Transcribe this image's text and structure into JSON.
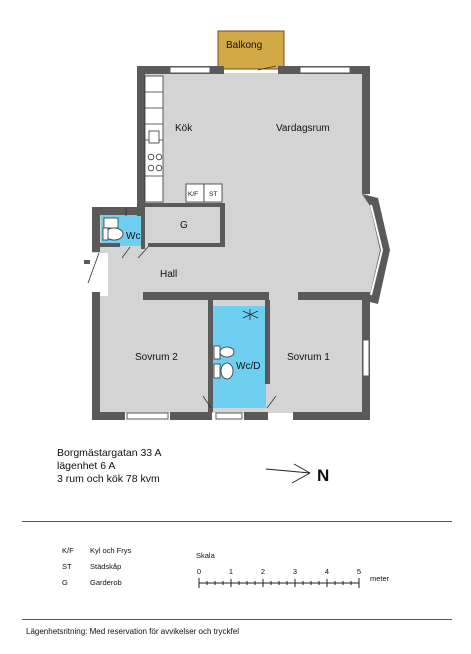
{
  "rooms": {
    "balcony": "Balkong",
    "kitchen": "Kök",
    "living": "Vardagsrum",
    "kf": "K/F",
    "st": "ST",
    "wc": "Wc",
    "wardrobe": "G",
    "hall": "Hall",
    "bedroom2": "Sovrum 2",
    "wcd": "Wc/D",
    "bedroom1": "Sovrum 1"
  },
  "compass": {
    "north": "N"
  },
  "info": {
    "address": "Borgmästargatan 33 A",
    "unit": "lägenhet 6 A",
    "size": "3 rum och kök  78 kvm"
  },
  "legend": [
    {
      "abbr": "K/F",
      "desc": "Kyl och Frys"
    },
    {
      "abbr": "ST",
      "desc": "Städskåp"
    },
    {
      "abbr": "G",
      "desc": "Garderob"
    }
  ],
  "scale": {
    "title": "Skala",
    "ticks": [
      "0",
      "1",
      "2",
      "3",
      "4",
      "5"
    ],
    "unit": "meter"
  },
  "footer": "Lägenhetsritning: Med reservation för avvikelser och tryckfel",
  "colors": {
    "wall": "#5a5a5a",
    "floor": "#d4d4d4",
    "wet_room": "#6ecff0",
    "balcony": "#d2a944"
  }
}
